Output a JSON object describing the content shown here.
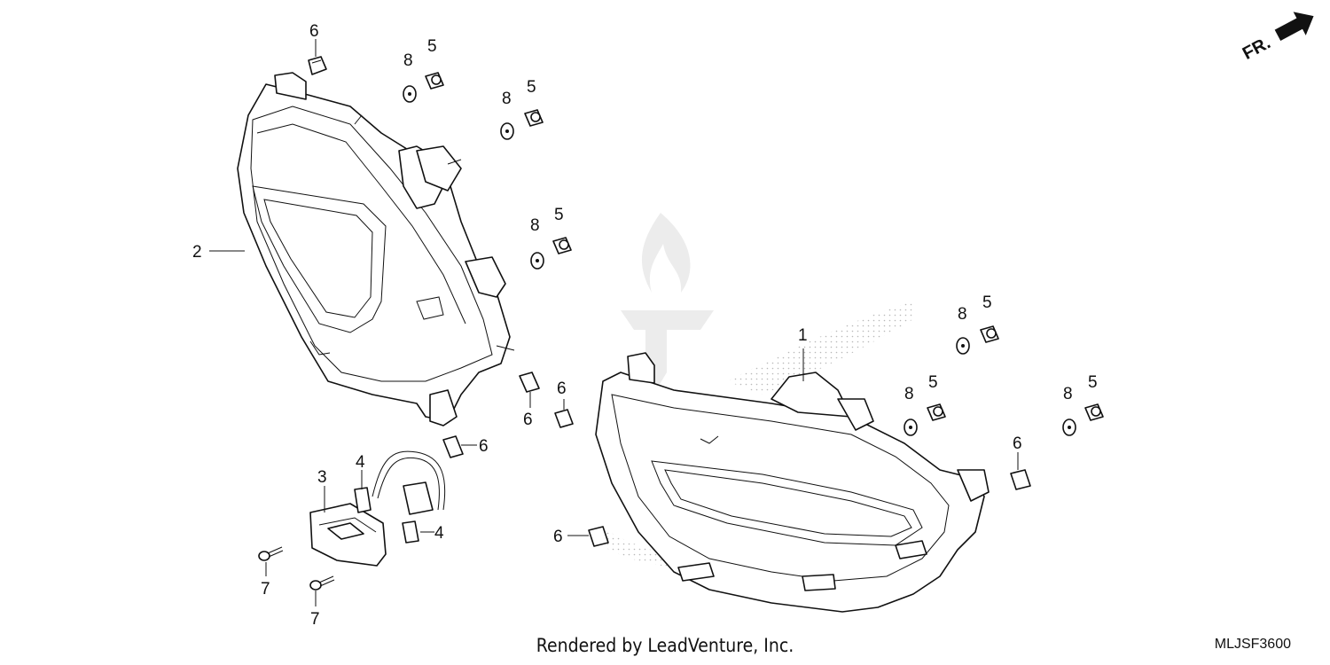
{
  "direction_label": "FR.",
  "footer_credit": "Rendered by LeadVenture, Inc.",
  "diagram_code": "MLJSF3600",
  "callouts": {
    "part_1": "1",
    "part_2": "2",
    "part_3": "3",
    "part_4": "4",
    "part_5": "5",
    "part_6": "6",
    "part_7": "7",
    "part_8": "8"
  },
  "colors": {
    "ink": "#111111",
    "paper": "#ffffff",
    "watermark": "#e6e6e6"
  },
  "icons": [
    "direction-arrow-icon",
    "leadventure-watermark-icon"
  ]
}
